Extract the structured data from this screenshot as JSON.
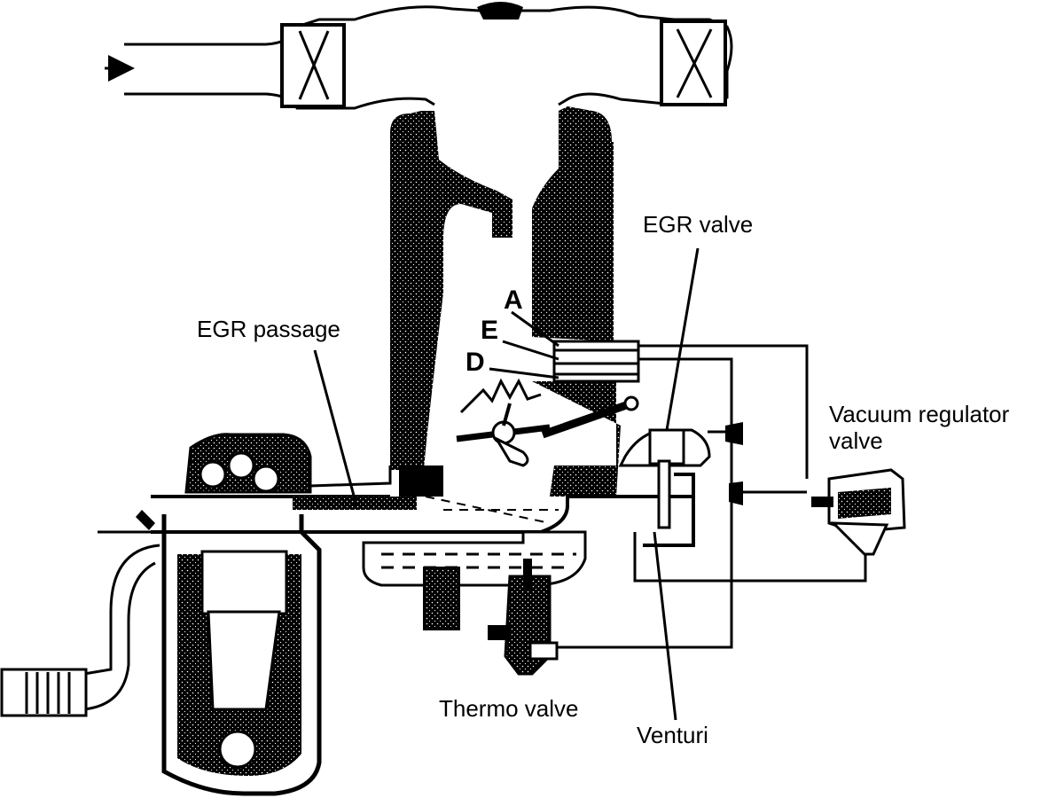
{
  "labels": {
    "egr_valve": "EGR valve",
    "egr_passage": "EGR passage",
    "vacuum_regulator_line1": "Vacuum regulator",
    "vacuum_regulator_line2": "valve",
    "thermo_valve": "Thermo valve",
    "venturi": "Venturi",
    "port_a": "A",
    "port_e": "E",
    "port_d": "D"
  }
}
